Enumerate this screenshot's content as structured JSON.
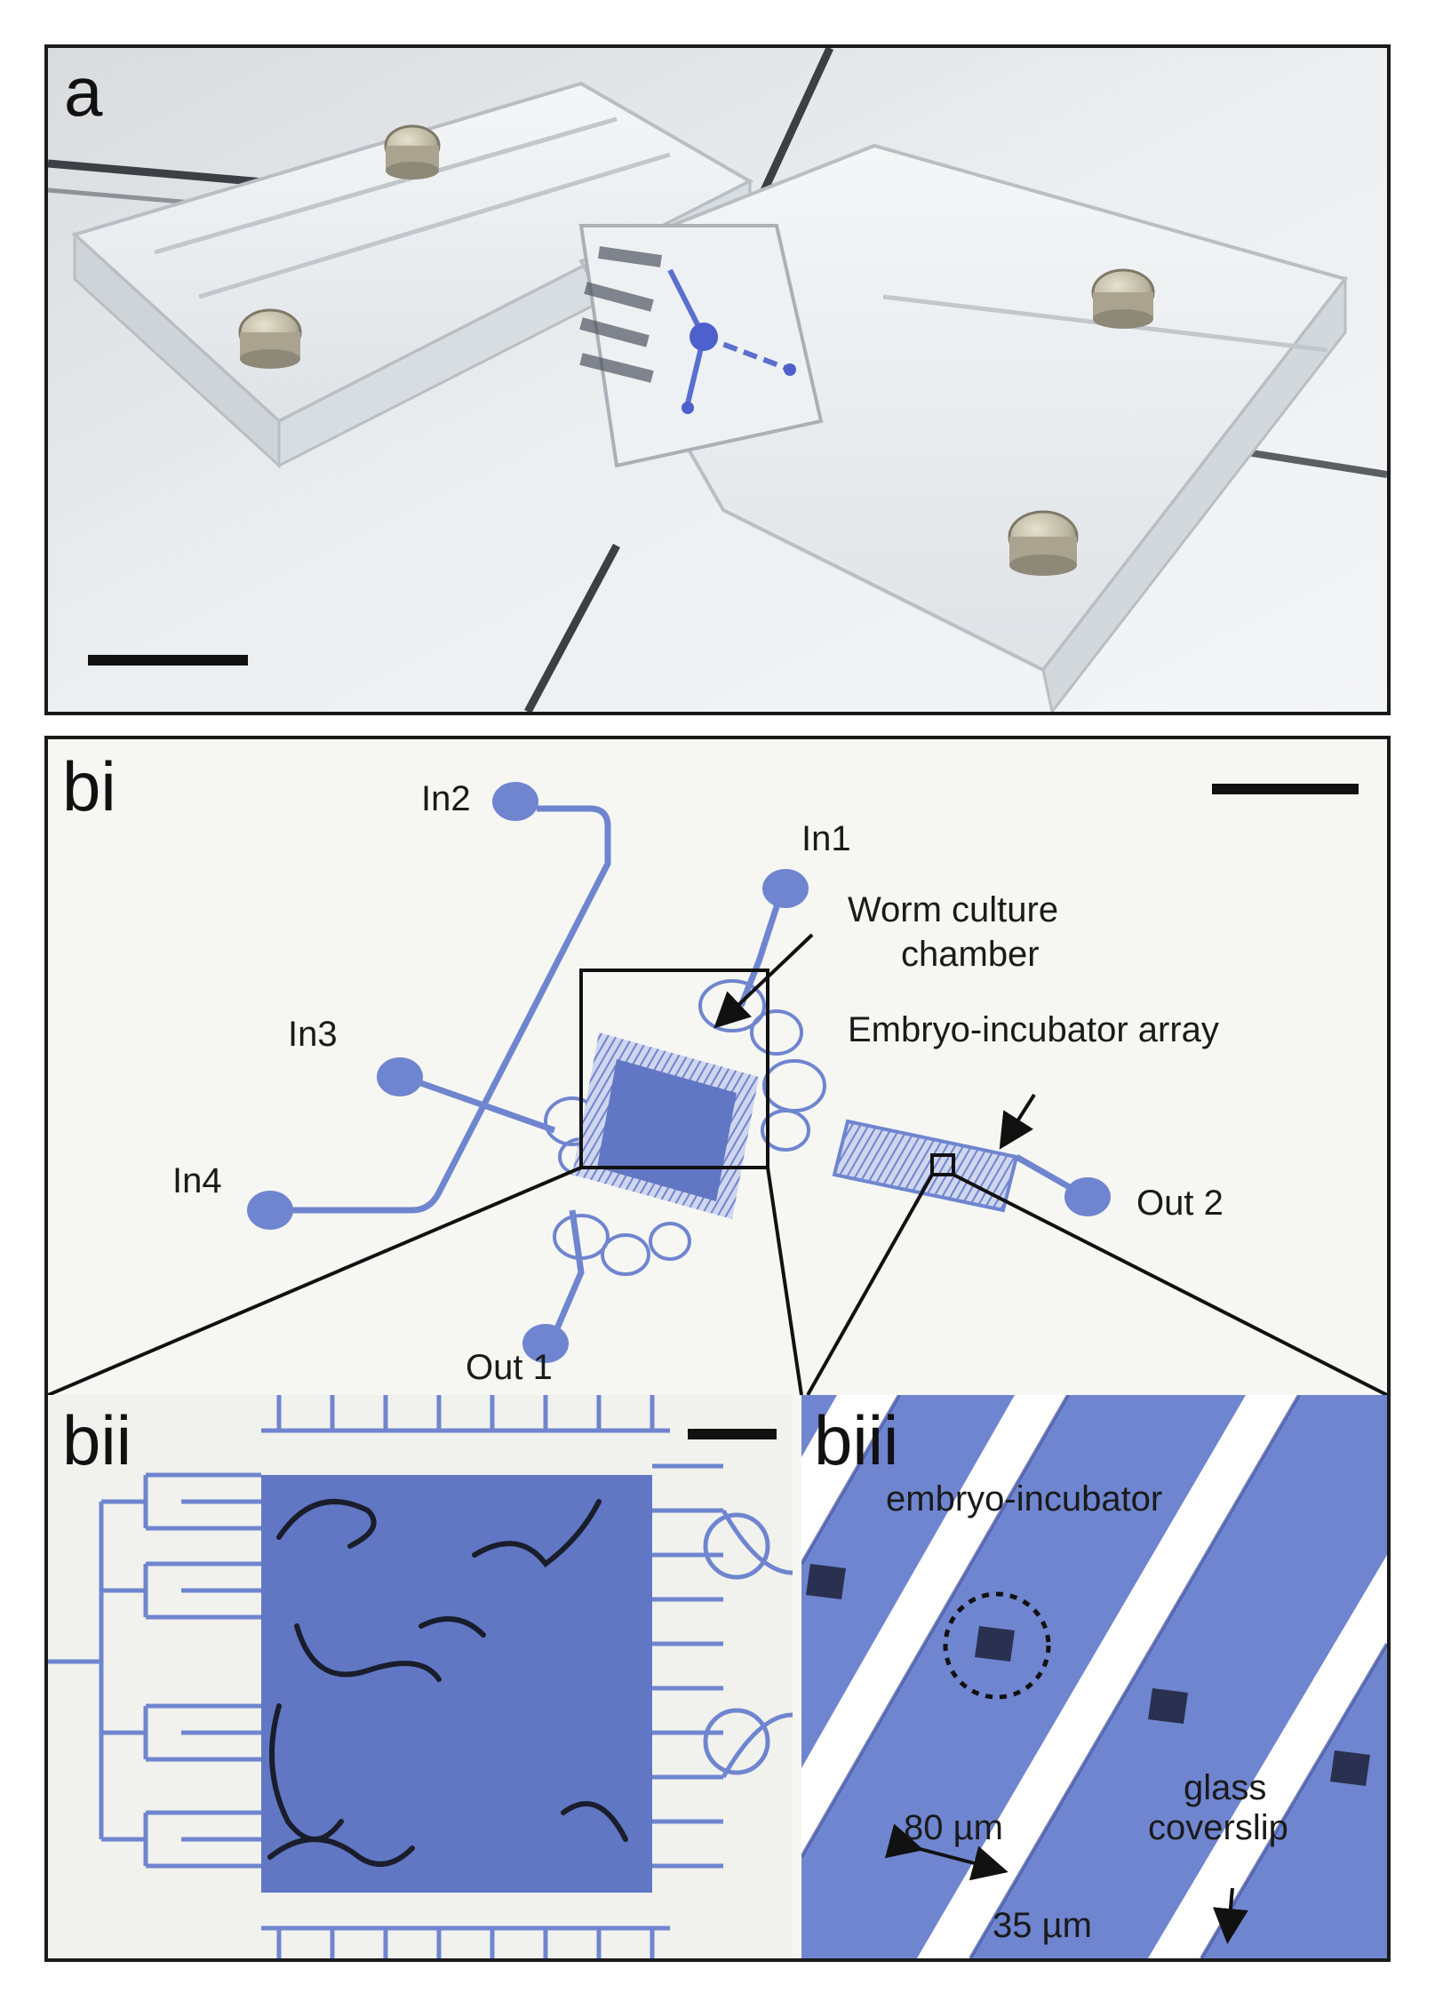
{
  "panels": {
    "a": {
      "label": "a"
    },
    "bi": {
      "label": "bi"
    },
    "bii": {
      "label": "bii"
    },
    "biii": {
      "label": "biii"
    }
  },
  "bi_labels": {
    "in1": "In1",
    "in2": "In2",
    "in3": "In3",
    "in4": "In4",
    "out1": "Out 1",
    "out2": "Out 2",
    "worm_chamber_line1": "Worm culture",
    "worm_chamber_line2": "chamber",
    "embryo_array": "Embryo-incubator array"
  },
  "biii_labels": {
    "embryo_incubator": "embryo-incubator",
    "glass_line1": "glass",
    "glass_line2": "coverslip",
    "width_80": "80 µm",
    "width_35": "35 µm"
  },
  "colors": {
    "channel_blue": "#6f85cf",
    "chamber_blue": "#6177c4",
    "dark_outline": "#1a1a1a",
    "photo_bg": "#e9ebee"
  }
}
